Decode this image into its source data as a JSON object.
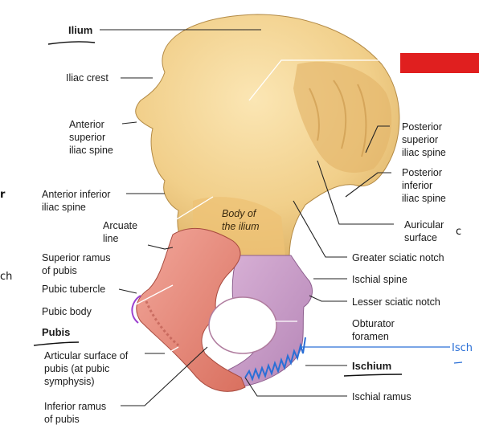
{
  "labels": {
    "ilium": "Ilium",
    "iliac_crest": "Iliac crest",
    "asis": [
      "Anterior",
      "superior",
      "iliac spine"
    ],
    "aiis": [
      "Anterior inferior",
      "iliac spine"
    ],
    "arcuate": [
      "Arcuate",
      "line"
    ],
    "body_ilium": [
      "Body of",
      "the ilium"
    ],
    "sup_ramus": [
      "Superior ramus",
      "of pubis"
    ],
    "pubic_tubercle": "Pubic tubercle",
    "pubic_body": "Pubic body",
    "pubis": "Pubis",
    "articular": [
      "Articular surface of",
      "pubis (at pubic",
      "symphysis)"
    ],
    "inf_ramus": [
      "Inferior ramus",
      "of pubis"
    ],
    "psis": [
      "Posterior",
      "superior",
      "iliac spine"
    ],
    "piis": [
      "Posterior",
      "inferior",
      "iliac spine"
    ],
    "auricular": [
      "Auricular",
      "surface"
    ],
    "greater_sciatic": "Greater sciatic notch",
    "ischial_spine": "Ischial spine",
    "lesser_sciatic": "Lesser sciatic notch",
    "obturator": [
      "Obturator",
      "foramen"
    ],
    "ischium": "Ischium",
    "ischial_ramus": "Ischial ramus"
  },
  "handwriting": {
    "left_r": "r",
    "left_ch": "ch",
    "right_isch": "Isch",
    "right_c": "c"
  },
  "colors": {
    "ilium": "#f1cf8a",
    "pubis": "#e58a80",
    "ischium": "#c99bc8",
    "red_box": "#e01f1f",
    "pen_blue": "#2a6fd6",
    "pen_purple": "#9b3fd0"
  }
}
